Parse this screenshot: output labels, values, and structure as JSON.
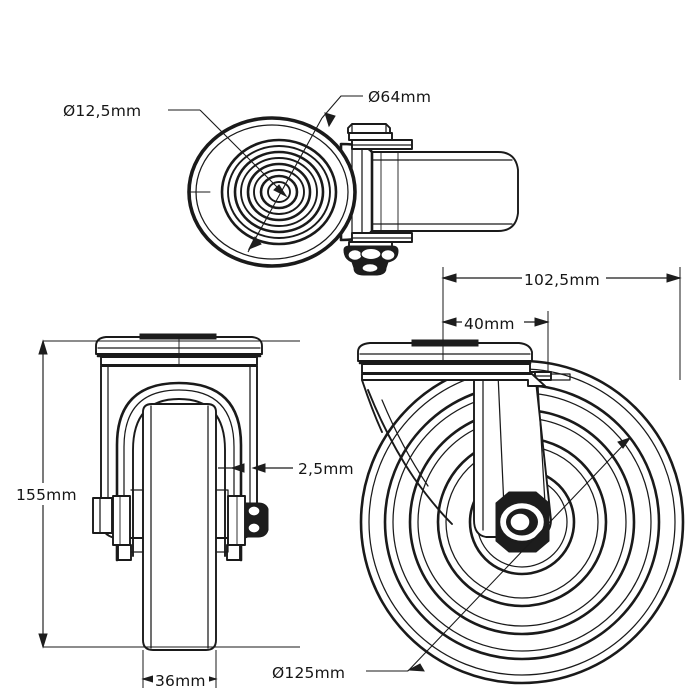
{
  "drawing": {
    "title": "Swivel castor wheel technical drawing",
    "background_color": "#ffffff",
    "line_color": "#1a1a1a",
    "units": "mm",
    "views": [
      {
        "name": "top-plan-view",
        "position": "top-left",
        "description": "Top / plan view of swivel castor showing wheel disc and fork arm"
      },
      {
        "name": "front-elevation-view",
        "position": "bottom-left",
        "description": "Front elevation showing wheel width and total height"
      },
      {
        "name": "side-elevation-view",
        "position": "bottom-right",
        "description": "Side elevation showing wheel diameter and plate offsets"
      }
    ]
  },
  "dimensions": {
    "bore_diameter": {
      "label": "Ø12,5mm",
      "value": 12.5,
      "symbol": "Ø",
      "view": "top-plan-view"
    },
    "hub_diameter": {
      "label": "Ø64mm",
      "value": 64,
      "symbol": "Ø",
      "view": "top-plan-view"
    },
    "total_height": {
      "label": "155mm",
      "value": 155,
      "symbol": "",
      "view": "front-elevation-view"
    },
    "wheel_width": {
      "label": "36mm",
      "value": 36,
      "symbol": "",
      "view": "front-elevation-view"
    },
    "plate_thickness": {
      "label": "2,5mm",
      "value": 2.5,
      "symbol": "",
      "view": "front-elevation-view"
    },
    "plate_length": {
      "label": "102,5mm",
      "value": 102.5,
      "symbol": "",
      "view": "side-elevation-view"
    },
    "hole_spacing": {
      "label": "40mm",
      "value": 40,
      "symbol": "",
      "view": "side-elevation-view"
    },
    "wheel_diameter": {
      "label": "Ø125mm",
      "value": 125,
      "symbol": "Ø",
      "view": "side-elevation-view"
    }
  }
}
